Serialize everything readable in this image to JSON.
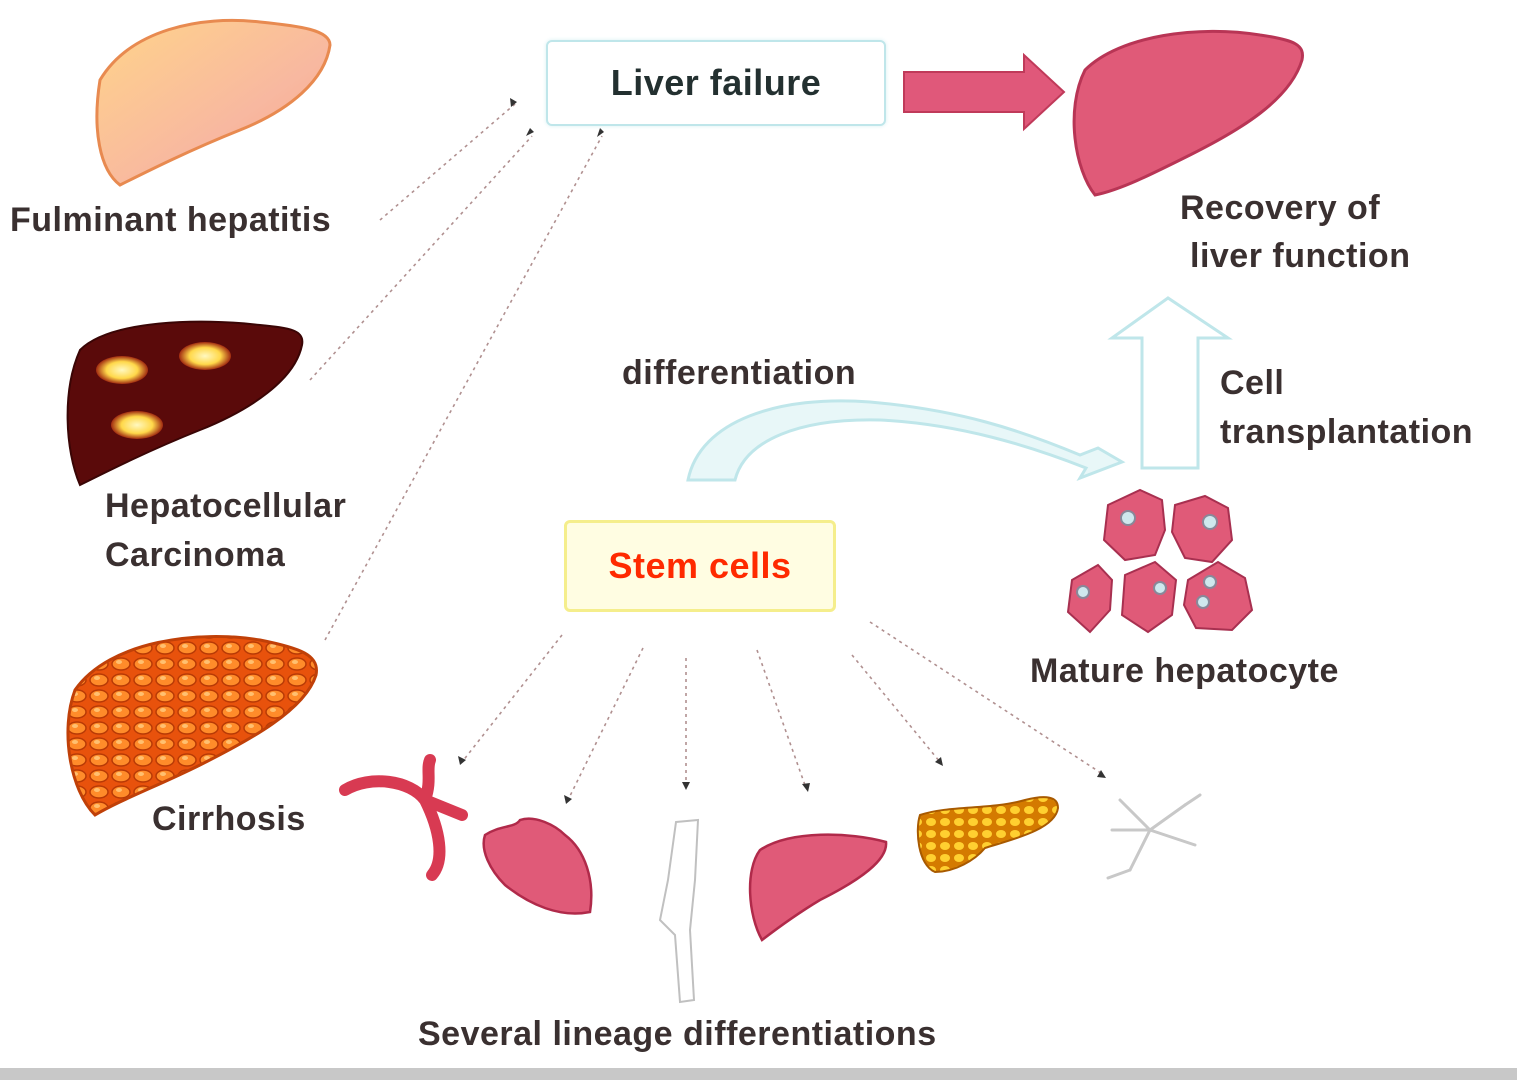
{
  "nodes": {
    "liver_failure": "Liver failure",
    "stem_cells": "Stem cells"
  },
  "labels": {
    "fulminant_hepatitis": "Fulminant hepatitis",
    "hcc_line1": "Hepatocellular",
    "hcc_line2": "Carcinoma",
    "cirrhosis": "Cirrhosis",
    "recovery_line1": "Recovery of",
    "recovery_line2": "liver function",
    "differentiation": "differentiation",
    "cell_transplant_line1": "Cell",
    "cell_transplant_line2": "transplantation",
    "mature_hepatocyte": "Mature hepatocyte",
    "lineage": "Several lineage differentiations"
  },
  "colors": {
    "liver_pink": "#e05a78",
    "fulminant_liver": "#f7b79c",
    "hcc_liver": "#5a0a0a",
    "cirrhosis_orange": "#f06a10",
    "stem_text": "#ff2a00",
    "pale_arrow": "#bfe6ea"
  },
  "icons": [
    "fulminant-liver-icon",
    "hcc-liver-icon",
    "cirrhosis-liver-icon",
    "recovered-liver-icon",
    "hepatocyte-cluster-icon",
    "blood-vessel-icon",
    "heart-icon",
    "bone-icon",
    "liver-icon",
    "pancreas-icon",
    "neuron-icon"
  ]
}
